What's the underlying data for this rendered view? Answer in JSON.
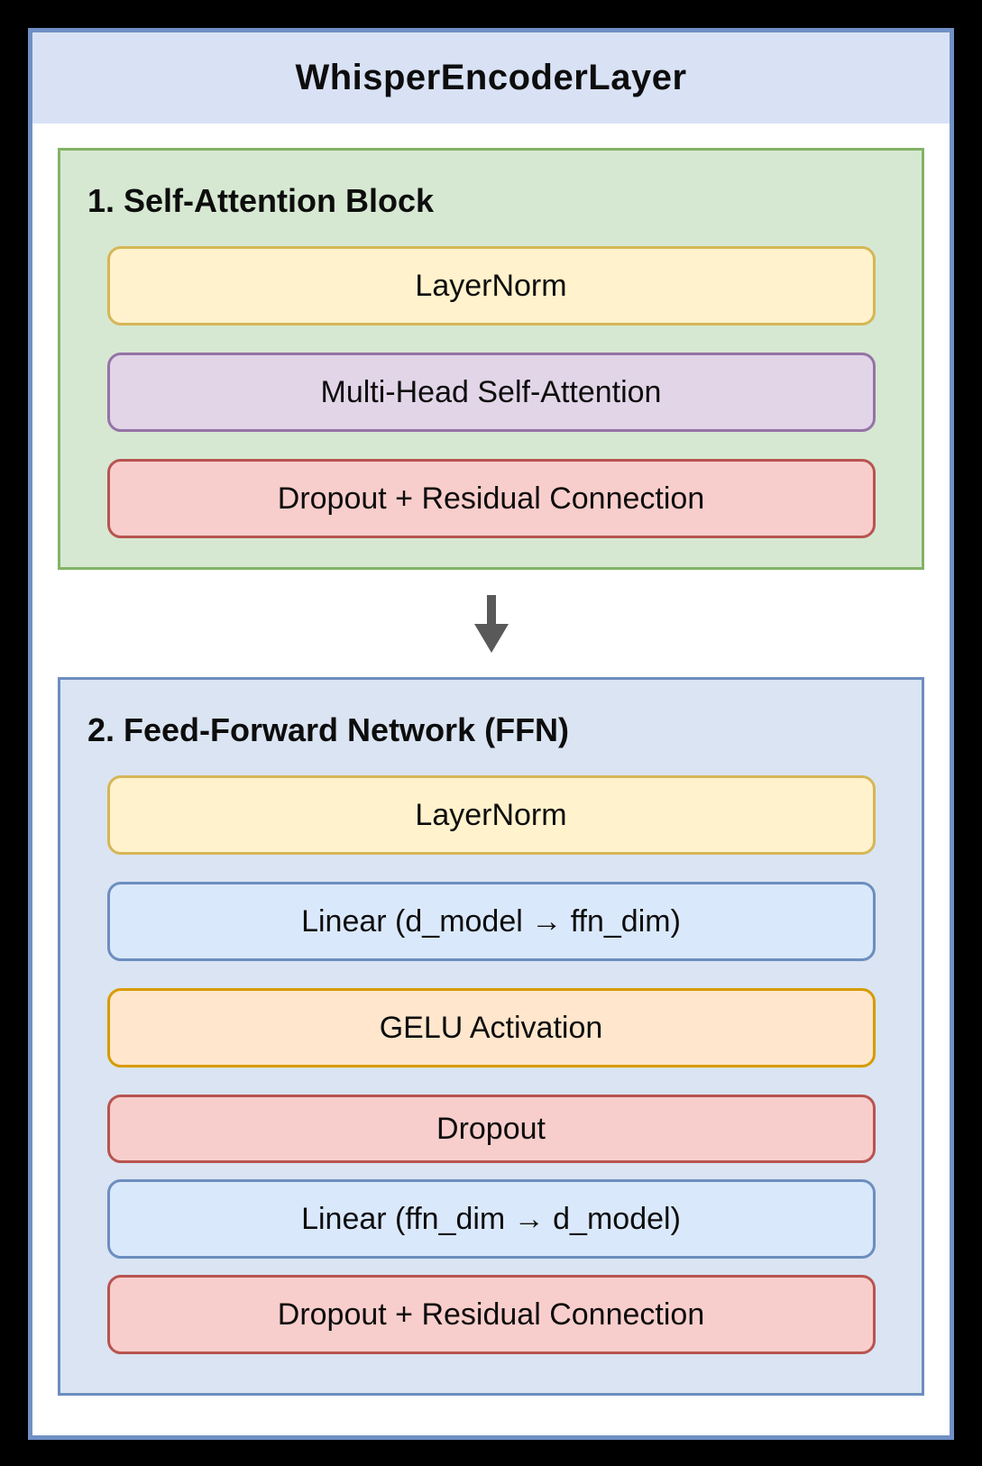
{
  "diagram": {
    "title": "WhisperEncoderLayer",
    "colors": {
      "frame_border": "#7090C5",
      "titlebar_fill": "#D9E2F5",
      "canvas_fill": "#FFFFFF",
      "arrow": "#595959",
      "text": "#0D0D0D"
    },
    "arrow_icon": "down-arrow",
    "sections": [
      {
        "title": "1. Self-Attention Block",
        "fill": "#D6E8D2",
        "border": "#82B366",
        "nodes": [
          {
            "label": "LayerNorm",
            "fill": "#FFF2CC",
            "border": "#D6B656"
          },
          {
            "label": "Multi-Head Self-Attention",
            "fill": "#E1D5E7",
            "border": "#9673A6"
          },
          {
            "label": "Dropout + Residual Connection",
            "fill": "#F8CECC",
            "border": "#B85450"
          }
        ]
      },
      {
        "title": "2. Feed-Forward Network (FFN)",
        "fill": "#DAE4F2",
        "border": "#6C8EBF",
        "nodes": [
          {
            "label": "LayerNorm",
            "fill": "#FFF2CC",
            "border": "#D6B656"
          },
          {
            "label": "Linear (d_model → ffn_dim)",
            "fill": "#DAE8FC",
            "border": "#6C8EBF"
          },
          {
            "label": "GELU Activation",
            "fill": "#FFE6CC",
            "border": "#D79B00"
          },
          {
            "label": "Dropout",
            "fill": "#F8CECC",
            "border": "#B85450"
          },
          {
            "label": "Linear (ffn_dim → d_model)",
            "fill": "#DAE8FC",
            "border": "#6C8EBF"
          },
          {
            "label": "Dropout + Residual Connection",
            "fill": "#F8CECC",
            "border": "#B85450"
          }
        ]
      }
    ]
  }
}
